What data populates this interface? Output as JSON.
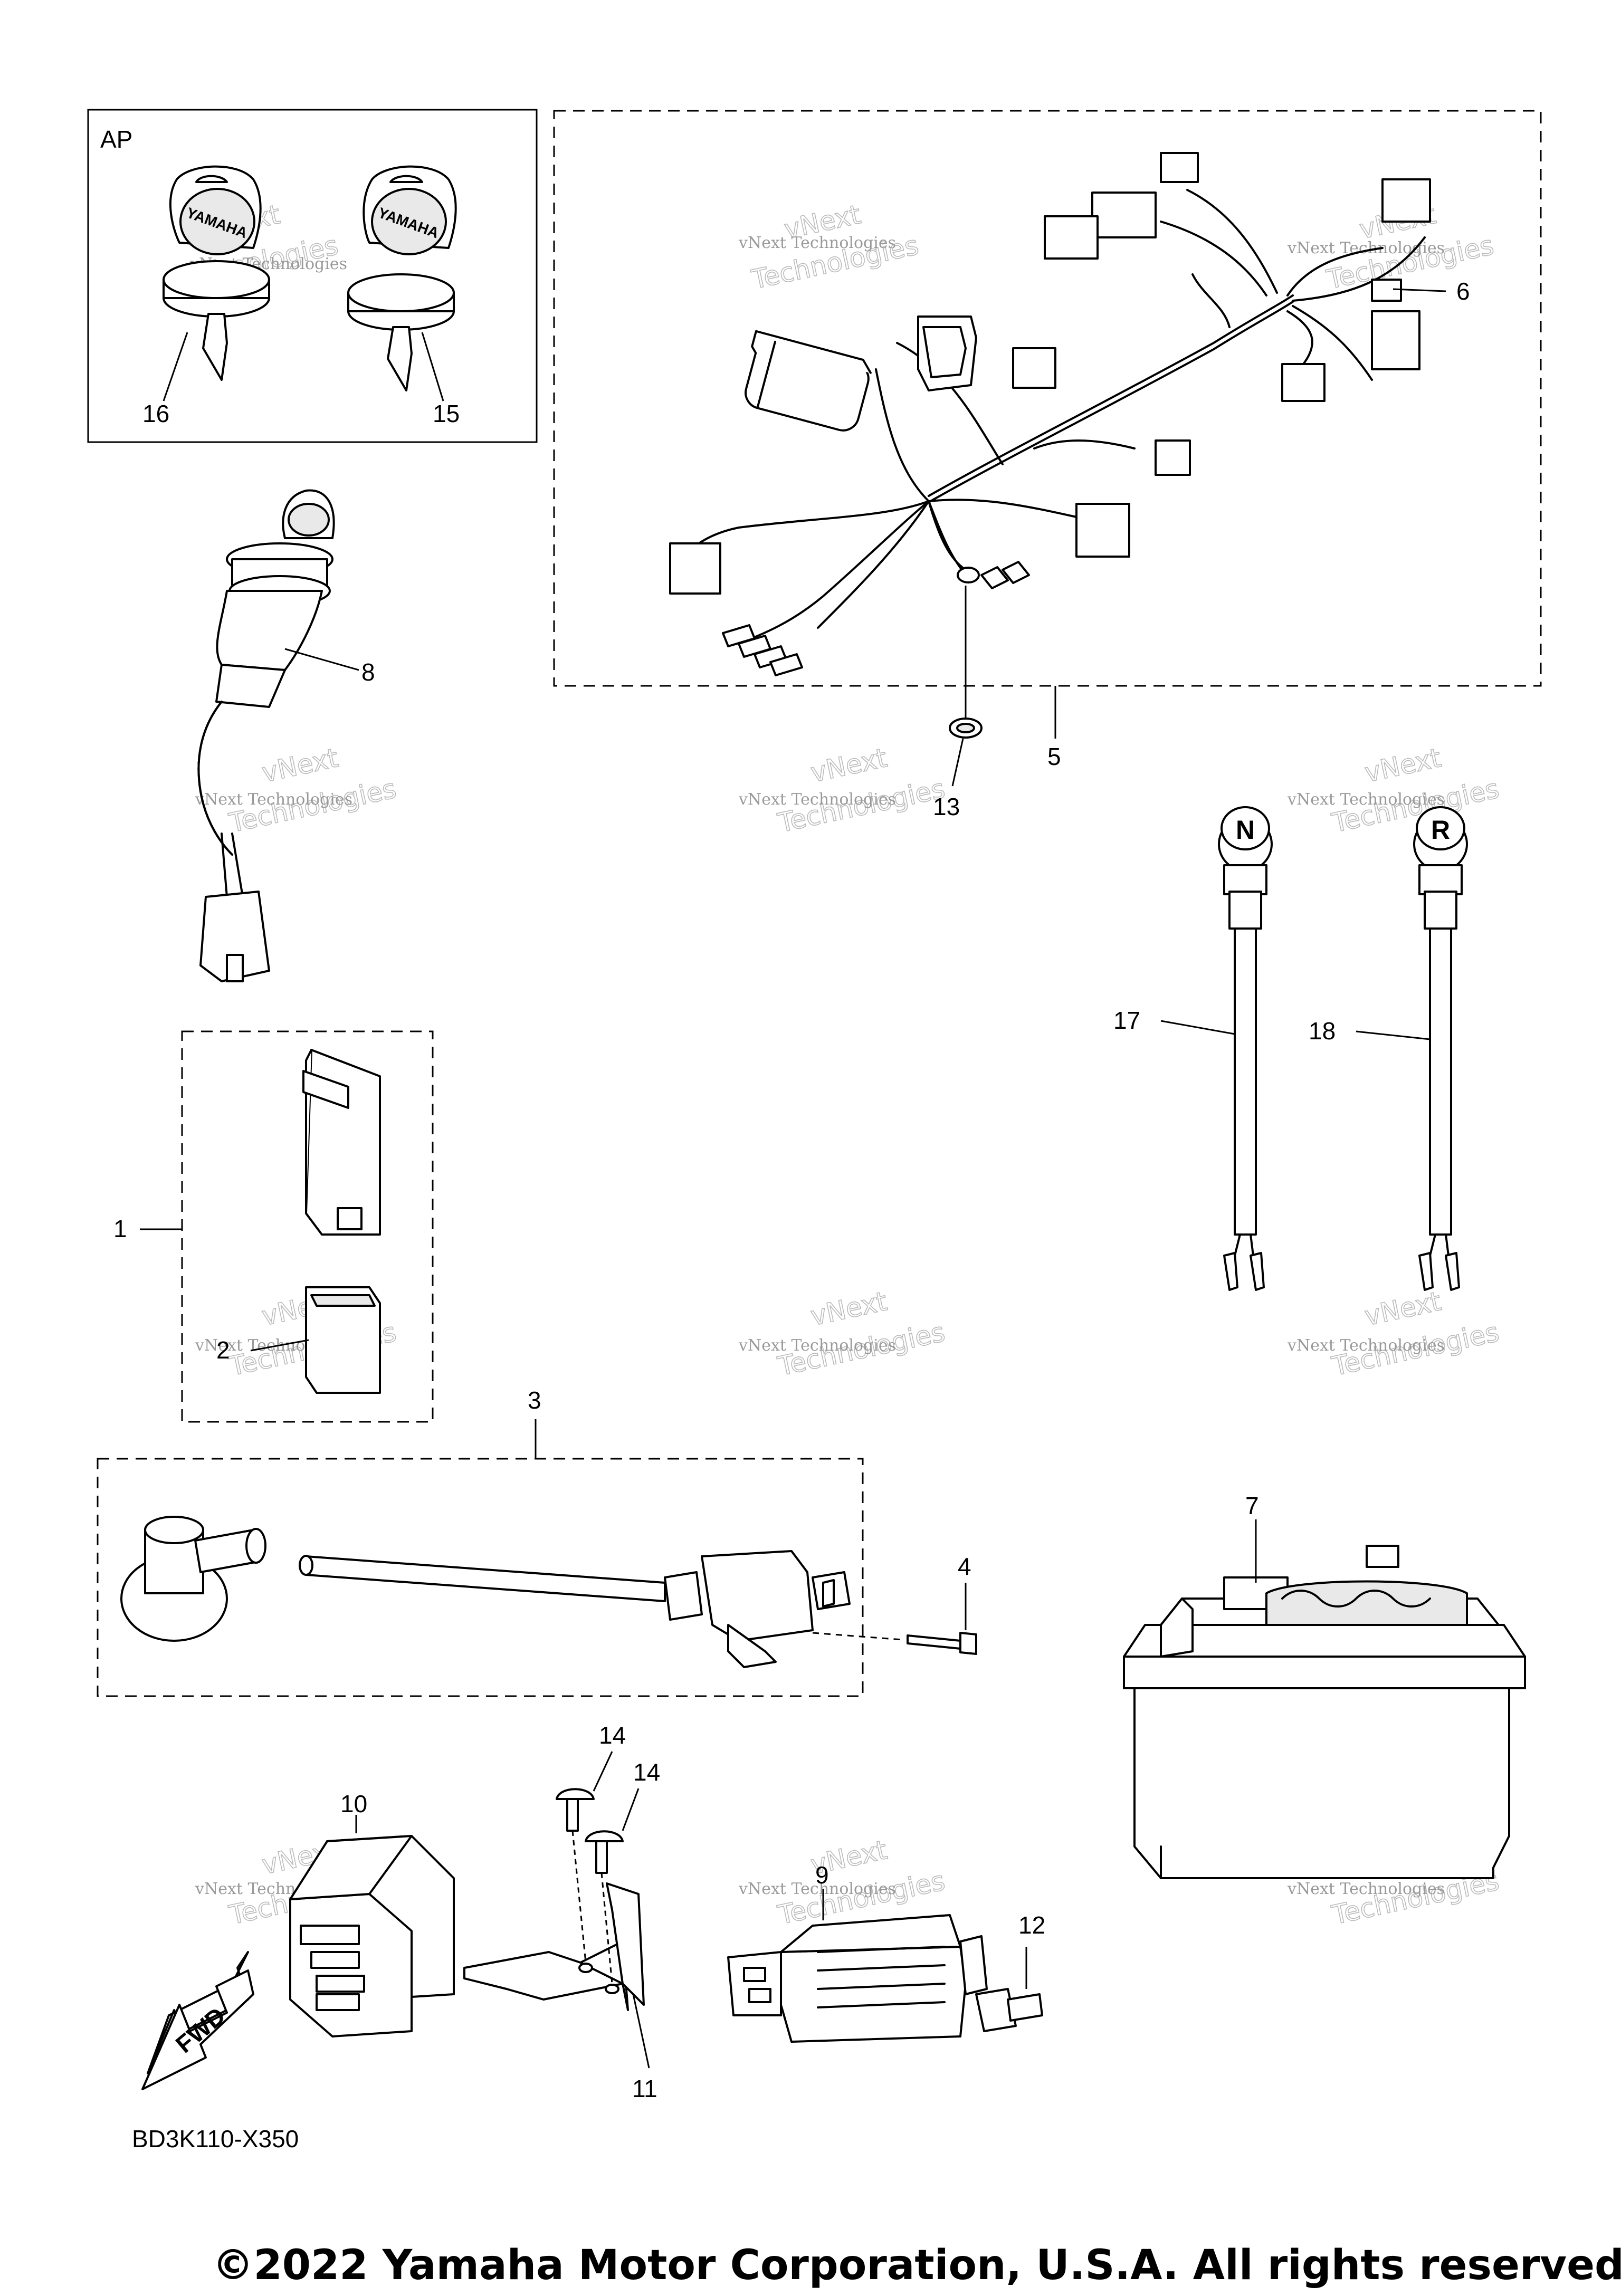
{
  "diagram": {
    "group_label": "AP",
    "callouts": {
      "c1": "1",
      "c2": "2",
      "c3": "3",
      "c4": "4",
      "c5": "5",
      "c6": "6",
      "c7": "7",
      "c8": "8",
      "c9": "9",
      "c10": "10",
      "c11": "11",
      "c12": "12",
      "c13": "13",
      "c14a": "14",
      "c14b": "14",
      "c15": "15",
      "c16": "16",
      "c17": "17",
      "c18": "18"
    },
    "key_brand": "YAMAHA",
    "switch_letters": {
      "neutral": "N",
      "reverse": "R"
    },
    "fwd_label": "FWD",
    "drawing_code": "BD3K110-X350",
    "copyright": "©2022 Yamaha Motor Corporation, U.S.A. All rights reserved.",
    "watermark": {
      "line1": "vNext Technologies",
      "line2": "vNext",
      "line3": "Technologies"
    }
  }
}
